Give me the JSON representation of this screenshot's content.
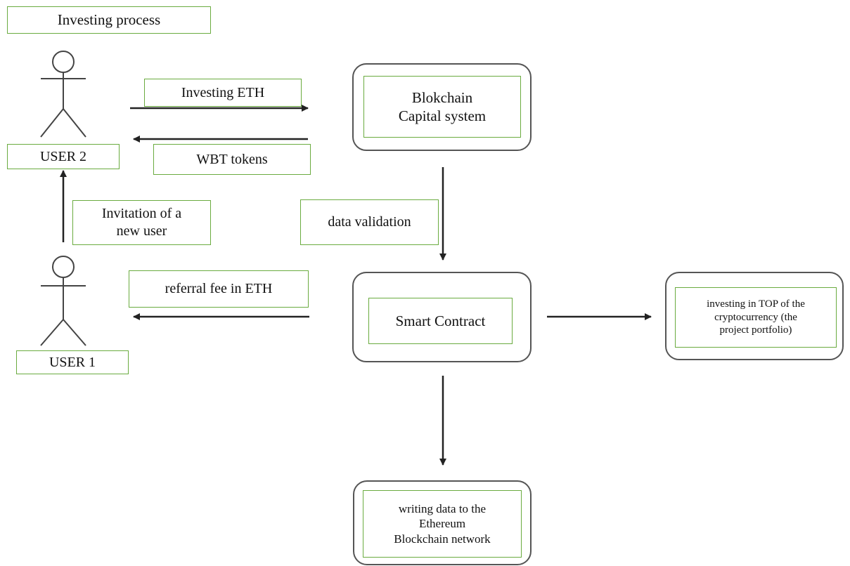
{
  "title": "Investing process",
  "actors": {
    "user2": "USER 2",
    "user1": "USER 1"
  },
  "nodes": {
    "capital_line1": "Blokchain",
    "capital_line2": "Capital system",
    "smart_contract": "Smart Contract",
    "portfolio_line1": "investing in TOP of the",
    "portfolio_line2": "cryptocurrency (the",
    "portfolio_line3": "project portfolio)",
    "ethereum_line1": "writing data to the",
    "ethereum_line2": "Ethereum",
    "ethereum_line3": "Blockchain network"
  },
  "edges": {
    "investing_eth": "Investing ETH",
    "wbt_tokens": "WBT tokens",
    "invitation_line1": "Invitation of a",
    "invitation_line2": "new user",
    "data_validation": "data validation",
    "referral_fee": "referral fee in ETH"
  },
  "colors": {
    "label_border": "#6aab3f",
    "box_border": "#555555",
    "line": "#333333"
  }
}
